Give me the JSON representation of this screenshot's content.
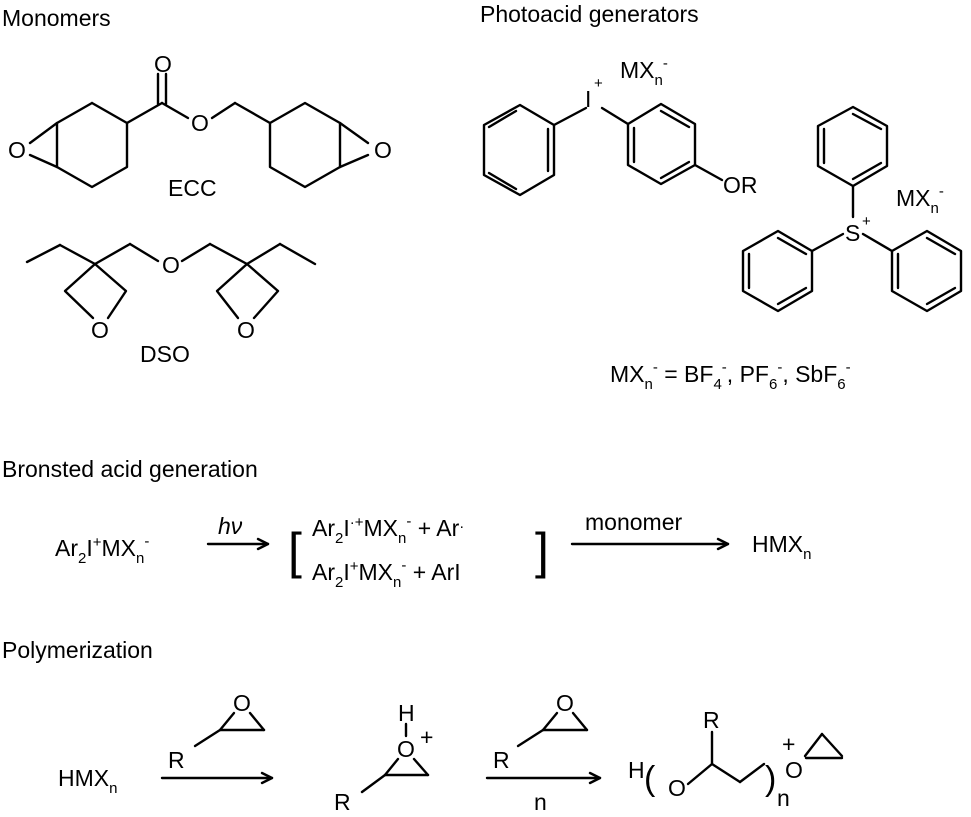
{
  "headings": {
    "monomers": "Monomers",
    "photoacid": "Photoacid generators",
    "bronsted": "Bronsted acid generation",
    "polymerization": "Polymerization"
  },
  "labels": {
    "ecc": "ECC",
    "dso": "DSO",
    "oxygen": "O",
    "or_group": "OR",
    "iodine": "I",
    "sulfur": "S",
    "plus": "+",
    "minus": "-",
    "mx": "MX",
    "n": "n",
    "hydrogen": "H",
    "r_group": "R"
  },
  "counterion_def": {
    "lhs": "MX",
    "equals": " = BF",
    "bf_sub": "4",
    "sep1": ", PF",
    "pf_sub": "6",
    "sep2": ", SbF",
    "sbf_sub": "6"
  },
  "bronsted": {
    "reactant_ar": "Ar",
    "reactant_sub": "2",
    "reactant_i": "I",
    "arrow1_label": "hν",
    "bracket_open": "[",
    "bracket_close": "]",
    "line1_i": "I",
    "line1_dot": "·",
    "line1_rest": " + Ar",
    "line1_radical": "·",
    "line2_rest": " + ArI",
    "arrow2_label": "monomer",
    "product_hmx": "HMX"
  },
  "polymerization": {
    "start_hmx": "HMX",
    "paren_open": "(",
    "paren_close": ")"
  }
}
